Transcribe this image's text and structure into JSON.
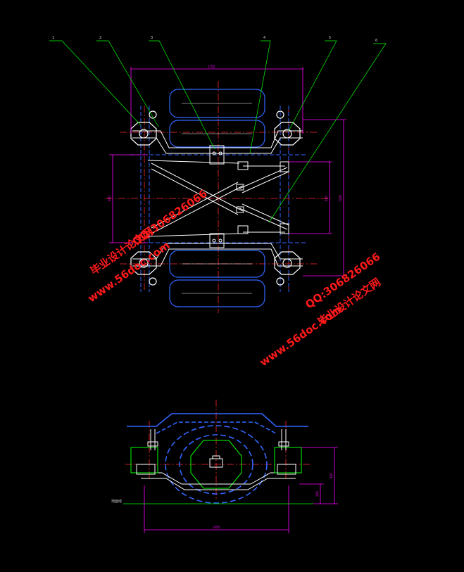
{
  "callouts": [
    "1",
    "2",
    "3",
    "4",
    "5",
    "6"
  ],
  "dimensions": {
    "top_width": "1550",
    "left_height": "800",
    "right_height_outer": "1200",
    "right_height_inner": "600",
    "bottom_width": "1050",
    "side_height_1": "420",
    "side_height_2": "200"
  },
  "side_view_caption": "地面线",
  "watermarks": {
    "site": "www.56doc.com",
    "name": "毕业设计论文网",
    "qq": "QQ:306826066"
  },
  "colors": {
    "background": "#000000",
    "outline": "#ffffff",
    "hidden_lines": "#3366ff",
    "center_lines": "#ff2a2a",
    "dimensions": "#ff00ff",
    "leaders": "#00ff00",
    "ground_line": "#00ff00",
    "watermark": "#ff1a1a"
  }
}
